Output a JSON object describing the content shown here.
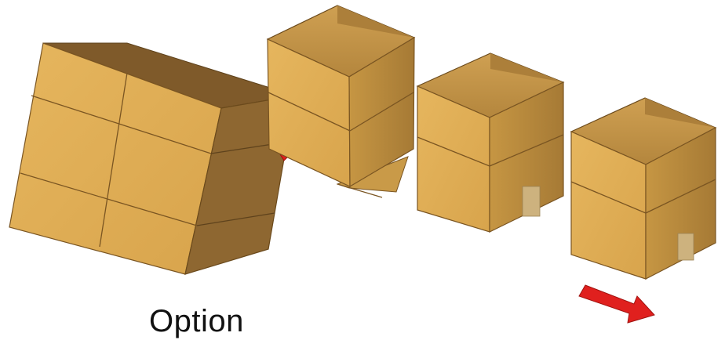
{
  "caption": "Option",
  "colors": {
    "cardboard_light": "#E1AE55",
    "cardboard_mid": "#D3A14A",
    "cardboard_dark": "#8E6731",
    "cardboard_inside": "#BF8E45",
    "tape": "#C9AE7A",
    "outline": "#6B4A1C",
    "arrow": "#E0201E"
  },
  "figure": {
    "items": [
      {
        "name": "stacked-box-pallet",
        "icon": "box-stack-icon"
      },
      {
        "name": "open-box-unfolding",
        "icon": "open-box-icon"
      },
      {
        "name": "open-box-standing",
        "icon": "open-box-icon"
      },
      {
        "name": "open-box-final",
        "icon": "open-box-icon"
      }
    ],
    "arrows": [
      {
        "name": "arrow-into-box",
        "icon": "arrow-right-icon",
        "color": "#E0201E"
      },
      {
        "name": "arrow-bottom-right",
        "icon": "arrow-right-icon",
        "color": "#E0201E"
      }
    ]
  }
}
